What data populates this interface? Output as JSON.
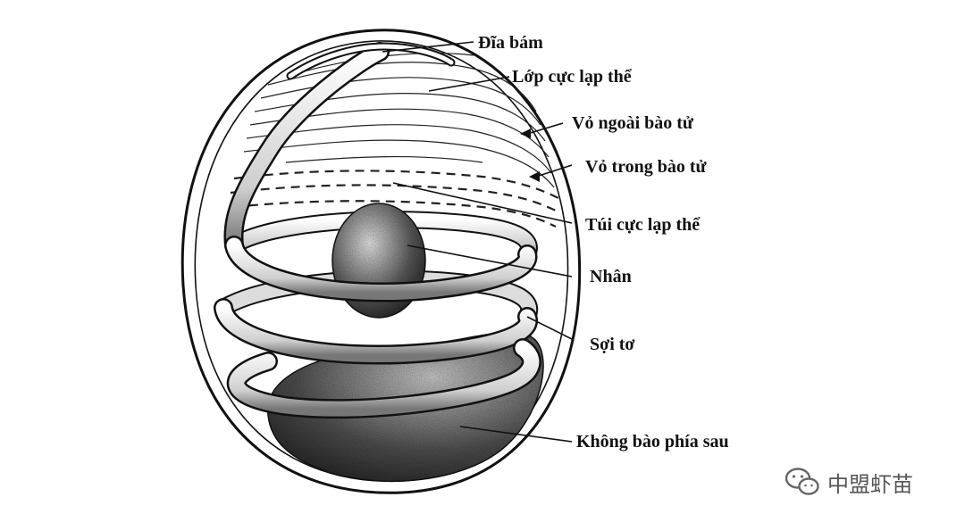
{
  "diagram": {
    "labels": {
      "anchor_disc": "Đĩa bám",
      "polaroplast_layer": "Lớp cực lạp thể",
      "exospore": "Vỏ ngoài bào tử",
      "endospore": "Vỏ trong bào tử",
      "polaroplast_sac": "Túi cực lạp thể",
      "nucleus": "Nhân",
      "polar_filament": "Sợi tơ",
      "posterior_vacuole": "Không bào phía sau"
    },
    "colors": {
      "ink": "#111111",
      "label": "#111111",
      "watermark": "#555555"
    }
  },
  "watermark": {
    "text": "中盟虾苗",
    "icon": "wechat-icon"
  }
}
